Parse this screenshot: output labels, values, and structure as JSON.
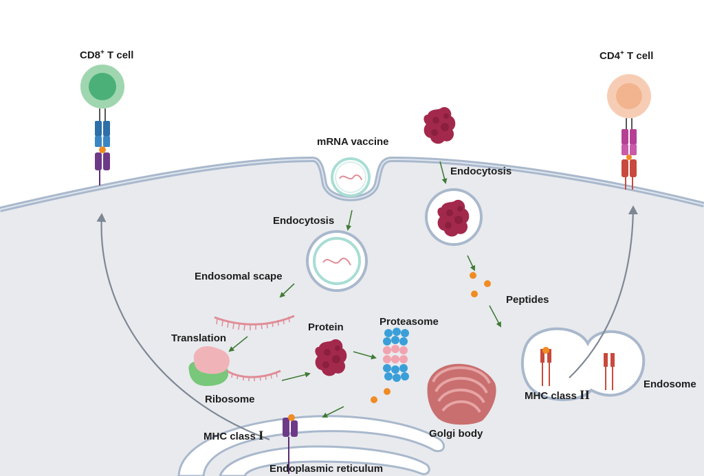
{
  "labels": {
    "cd8_t_cell": "CD8",
    "cd8_sup": "+",
    "cd8_tail": " T cell",
    "cd4_t_cell": "CD4",
    "cd4_sup": "+",
    "cd4_tail": " T cell",
    "mrna_vaccine": "mRNA vaccine",
    "endocytosis_protein": "Endocytosis",
    "endocytosis_mrna": "Endocytosis",
    "endosomal_scape": "Endosomal scape",
    "translation": "Translation",
    "ribosome": "Ribosome",
    "protein": "Protein",
    "proteasome": "Proteasome",
    "peptides": "Peptides",
    "golgi_body": "Golgi body",
    "mhc_class_1": "MHC class ",
    "mhc_class_1_numeral": "I",
    "mhc_class_2": "MHC class ",
    "mhc_class_2_numeral": "II",
    "endosome": "Endosome",
    "endoplasmic_reticulum": "Endoplasmic reticulum"
  },
  "colors": {
    "cytoplasm": "#e8eaee",
    "membrane": "#a9b8cc",
    "cd8_cell": "#9fd6b0",
    "cd4_cell": "#f6cdb4",
    "antigen": "#a3294c",
    "arrow_green": "#3f7a34",
    "arrow_gray": "#7e8794",
    "peptide_orange": "#f08c22",
    "mhc1_purple": "#6d3a87",
    "mhc2_red": "#c8493d",
    "tcr_blue": "#2d6fa8",
    "tcr_magenta": "#b43f93",
    "proteasome_blue": "#3a9fd8",
    "proteasome_pink": "#f2a3b0",
    "ribosome_pink": "#f0b4b8",
    "ribosome_green": "#79c77a",
    "golgi": "#c96f6f",
    "mrna_strand": "#e08c96"
  }
}
